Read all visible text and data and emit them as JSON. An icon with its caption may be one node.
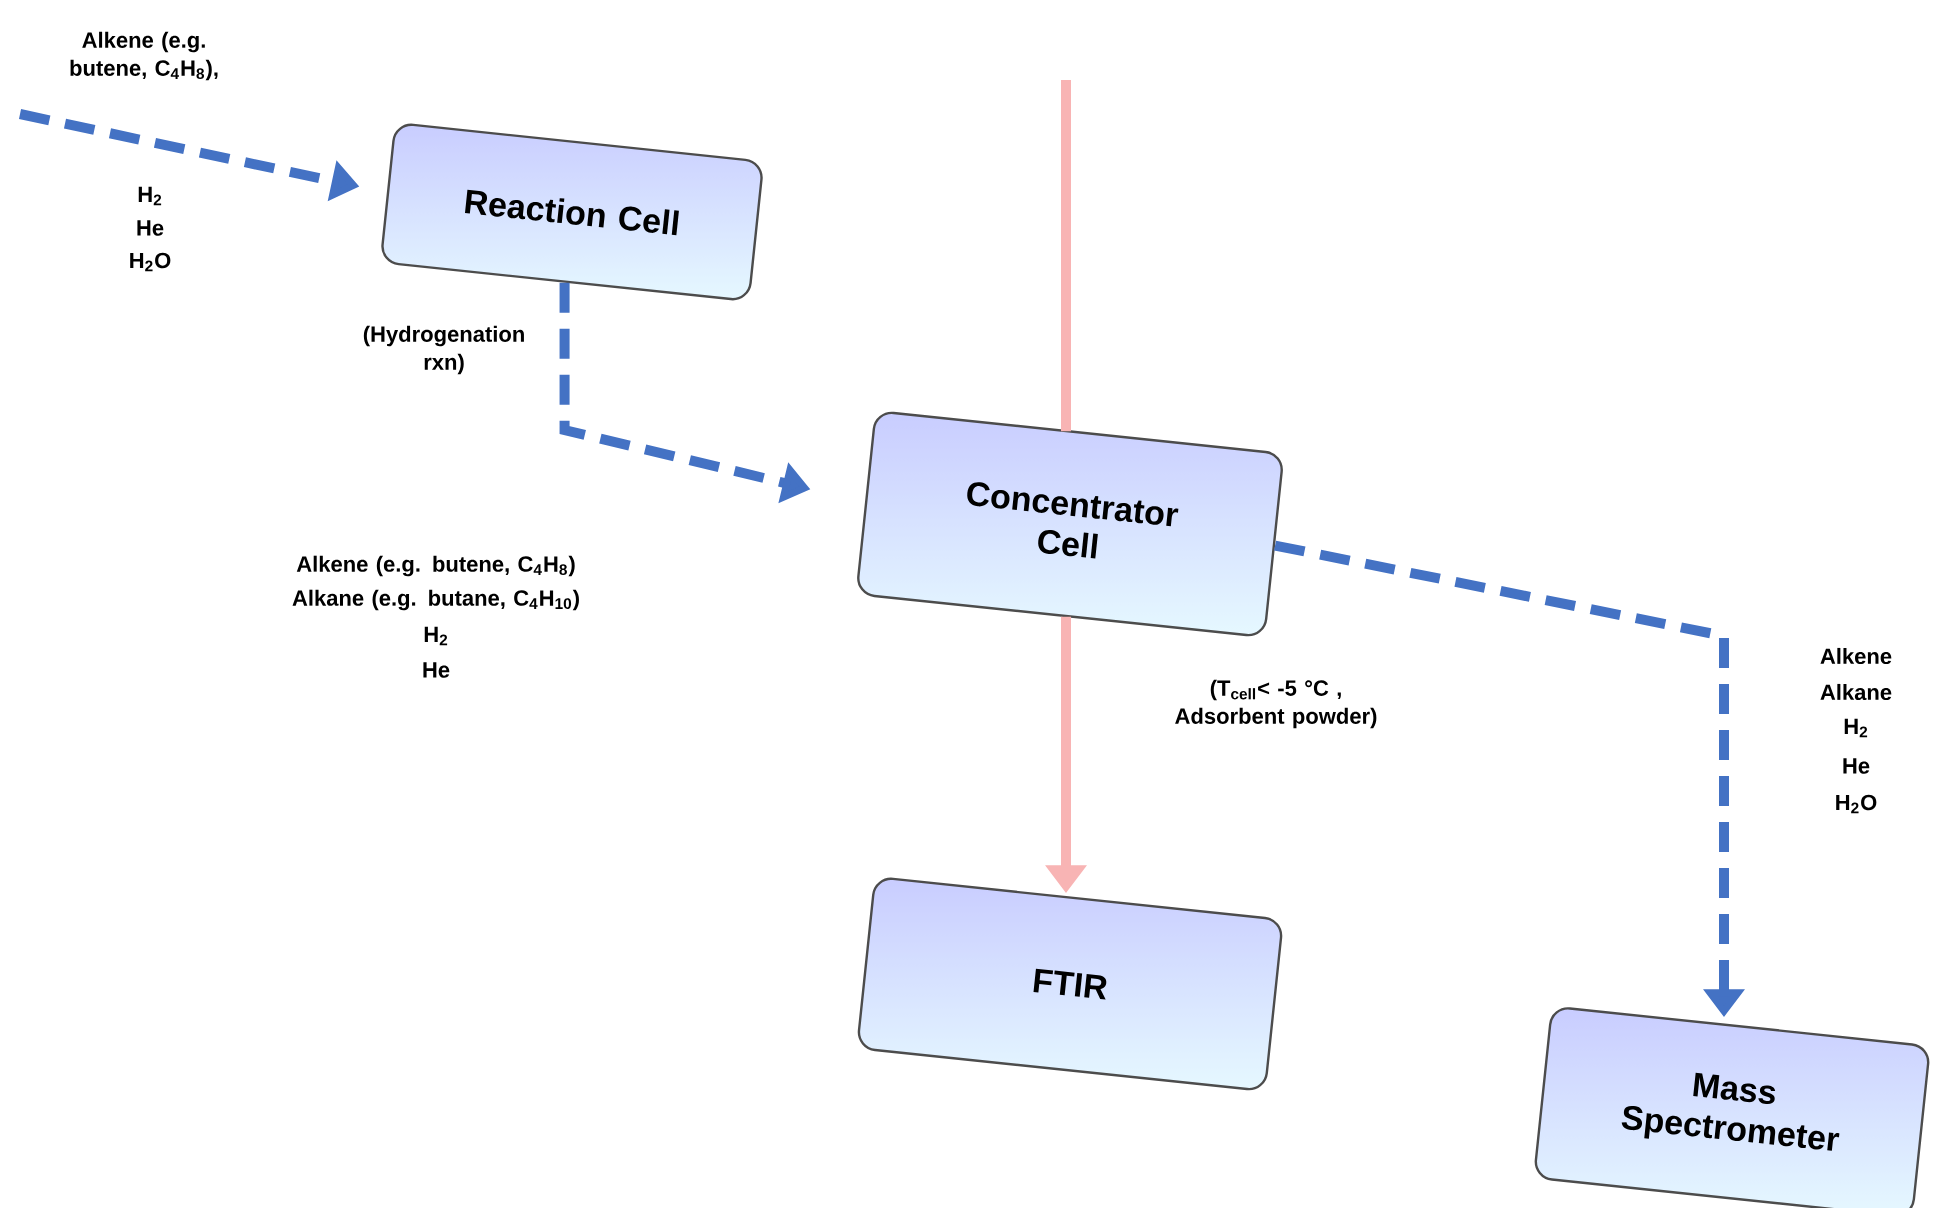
{
  "diagram": {
    "nodes": [
      {
        "text": [
          "Reaction Cell"
        ],
        "beside": [
          "(Hydrogenation rxn)"
        ]
      },
      {
        "text": [
          "Concentrator Cell"
        ],
        "beside": [
          "(T$_{cell}$< -5 °C , Adsorbent powder)"
        ]
      },
      {
        "text": [
          "FTIR"
        ]
      },
      {
        "text": [
          "Mass Spectrometer"
        ]
      }
    ],
    "edges": [
      {
        "from": null,
        "to": 0,
        "arrow": "to",
        "style": "dashed"
      },
      {
        "from": 0,
        "to": 1,
        "arrow": "to",
        "style": "dashed"
      },
      {
        "from": 1,
        "to": 3,
        "arrow": "to",
        "style": "dashed"
      },
      {
        "from": null,
        "to": 1,
        "arrow": "none",
        "color": "#f8b4b4"
      },
      {
        "from": 1,
        "to": 2,
        "arrow": "to",
        "color": "#f8b4b4"
      }
    ],
    "labels": [
      "Alkene (e.g. butene, C$_{4}$H$_{8}$),",
      "H$_{2}$",
      "He",
      "H$_{2}$O",
      "Alkene (e.g. butene, C$_{4}$H$_{8}$)",
      "Alkane (e.g. butane, C$_{4}$H$_{10}$)",
      "H$_{2}$",
      "He",
      "Alkene",
      "Alkane",
      "H$_{2}$",
      "He",
      "H$_{2}$O"
    ]
  }
}
